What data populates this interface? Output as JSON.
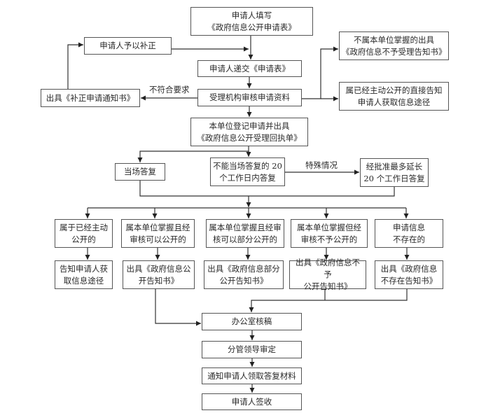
{
  "diagram": {
    "nodes": {
      "fill_form": "申请人填写\n《政府信息公开申请表》",
      "supplement": "申请人予以补正",
      "submit": "申请人递交《申请表》",
      "not_held": "不属本单位掌握的出具\n《政府信息不予受理告知书》",
      "already_public": "属已经主动公开的直接告知\n申请人获取信息途径",
      "review": "受理机构审核申请资料",
      "correction_notice": "出具《补正申请通知书》",
      "register": "本单位登记申请并出具\n《政府信息公开受理回执单》",
      "reply_on_spot": "当场答复",
      "reply_20_days": "不能当场答复的 20\n个工作日内答复",
      "extension": "经批准最多延长\n20 个工作日答复",
      "cat_public_active": "属于已经主动\n公开的",
      "cat_can_disclose": "属本单位掌握且经\n审核可以公开的",
      "cat_partial": "属本单位掌握且经审\n核可以部分公开的",
      "cat_not_disclose": "属本单位掌握但经\n审核不予公开的",
      "cat_not_exist": "申请信息\n不存在的",
      "out_inform_channel": "告知申请人获\n取信息途径",
      "out_disclose_notice": "出具《政府信息公\n开告知书》",
      "out_partial_notice": "出具《政府信息部分\n公开告知书》",
      "out_not_disclose_notice": "出具《政府信息不予\n公开告知书》",
      "out_not_exist_notice": "出具《政府信息\n不存在告知书》",
      "office_check": "办公室核稿",
      "leader_approve": "分管领导审定",
      "notify_applicant": "通知申请人领取答复材料",
      "applicant_sign": "申请人签收"
    },
    "edge_labels": {
      "not_compliant": "不符合要求",
      "special_case": "特殊情况"
    },
    "line_color": "#333333",
    "border_color": "#555555"
  }
}
